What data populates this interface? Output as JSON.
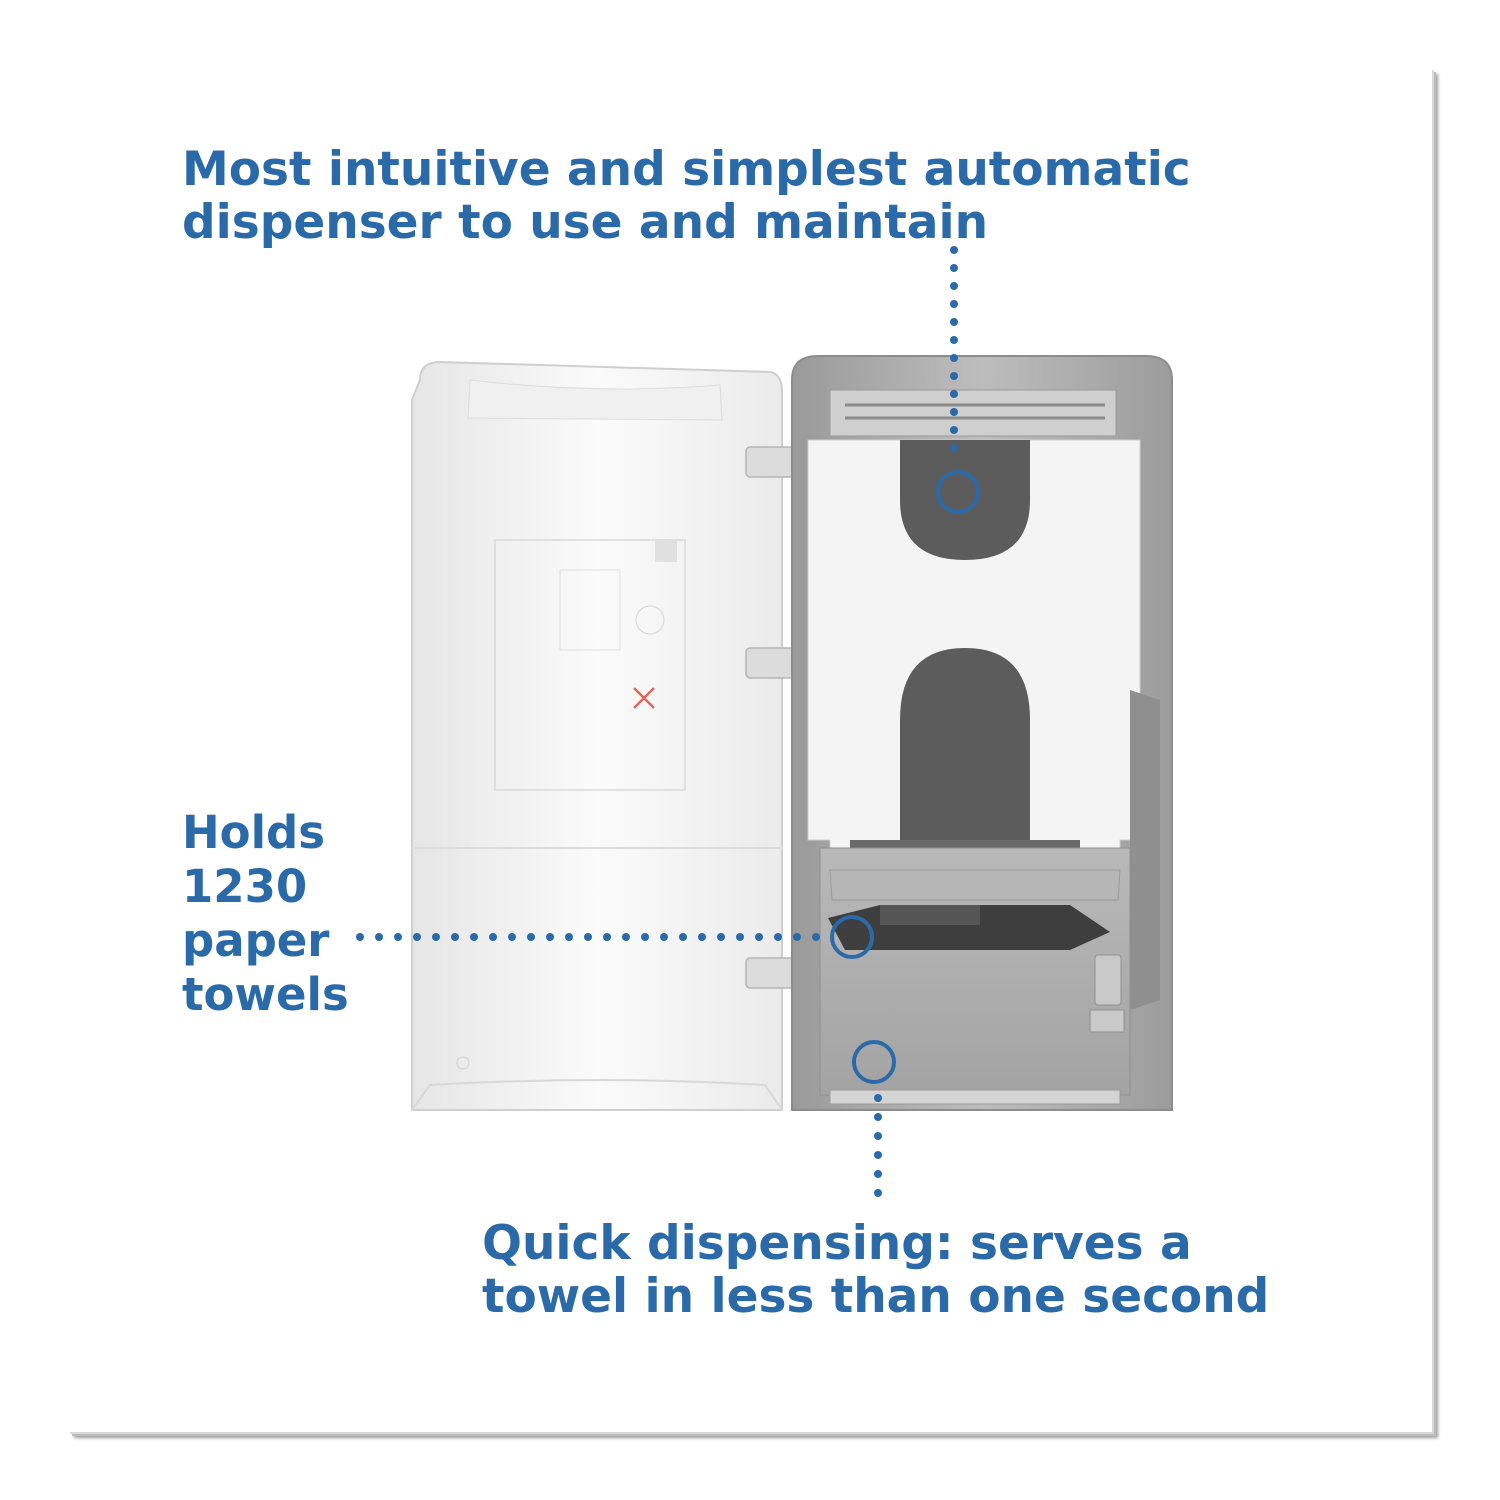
{
  "callouts": {
    "top": "Most intuitive and simplest automatic\ndispenser to use and maintain",
    "left": "Holds\n1230\npaper\ntowels",
    "bottom": "Quick dispensing: serves a\ntowel in less than one second"
  },
  "colors": {
    "accent": "#2b6aa8",
    "dispenser_white": "#f4f4f4",
    "dispenser_grey": "#a9a9a9",
    "dispenser_dark": "#5c5c5c"
  }
}
